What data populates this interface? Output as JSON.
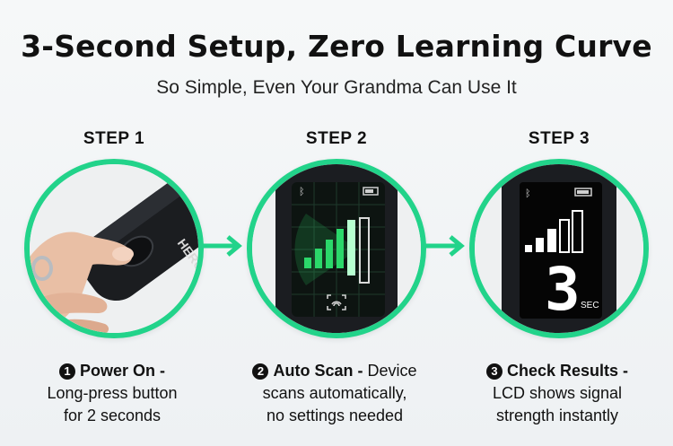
{
  "header": {
    "title": "3-Second Setup, Zero Learning Curve",
    "subtitle": "So Simple, Even Your Grandma Can Use It"
  },
  "colors": {
    "accent": "#22d38a",
    "screen_green": "#2bd86a",
    "text": "#111111"
  },
  "steps": [
    {
      "label": "STEP 1",
      "number": "1",
      "title": "Power On",
      "desc_line1": "Long-press button",
      "desc_line2": "for 2 seconds",
      "device_text": "HERO",
      "icon": "hand-pressing-button"
    },
    {
      "label": "STEP 2",
      "number": "2",
      "title": "Auto Scan",
      "desc_line0": "Device",
      "desc_line1": "scans automatically,",
      "desc_line2": "no settings needed",
      "icon": "radar-scan-screen"
    },
    {
      "label": "STEP 3",
      "number": "3",
      "title": "Check Results",
      "desc_line1": "LCD shows signal",
      "desc_line2": "strength instantly",
      "lcd_value": "3",
      "lcd_unit": "SEC",
      "icon": "signal-bars-screen"
    }
  ]
}
